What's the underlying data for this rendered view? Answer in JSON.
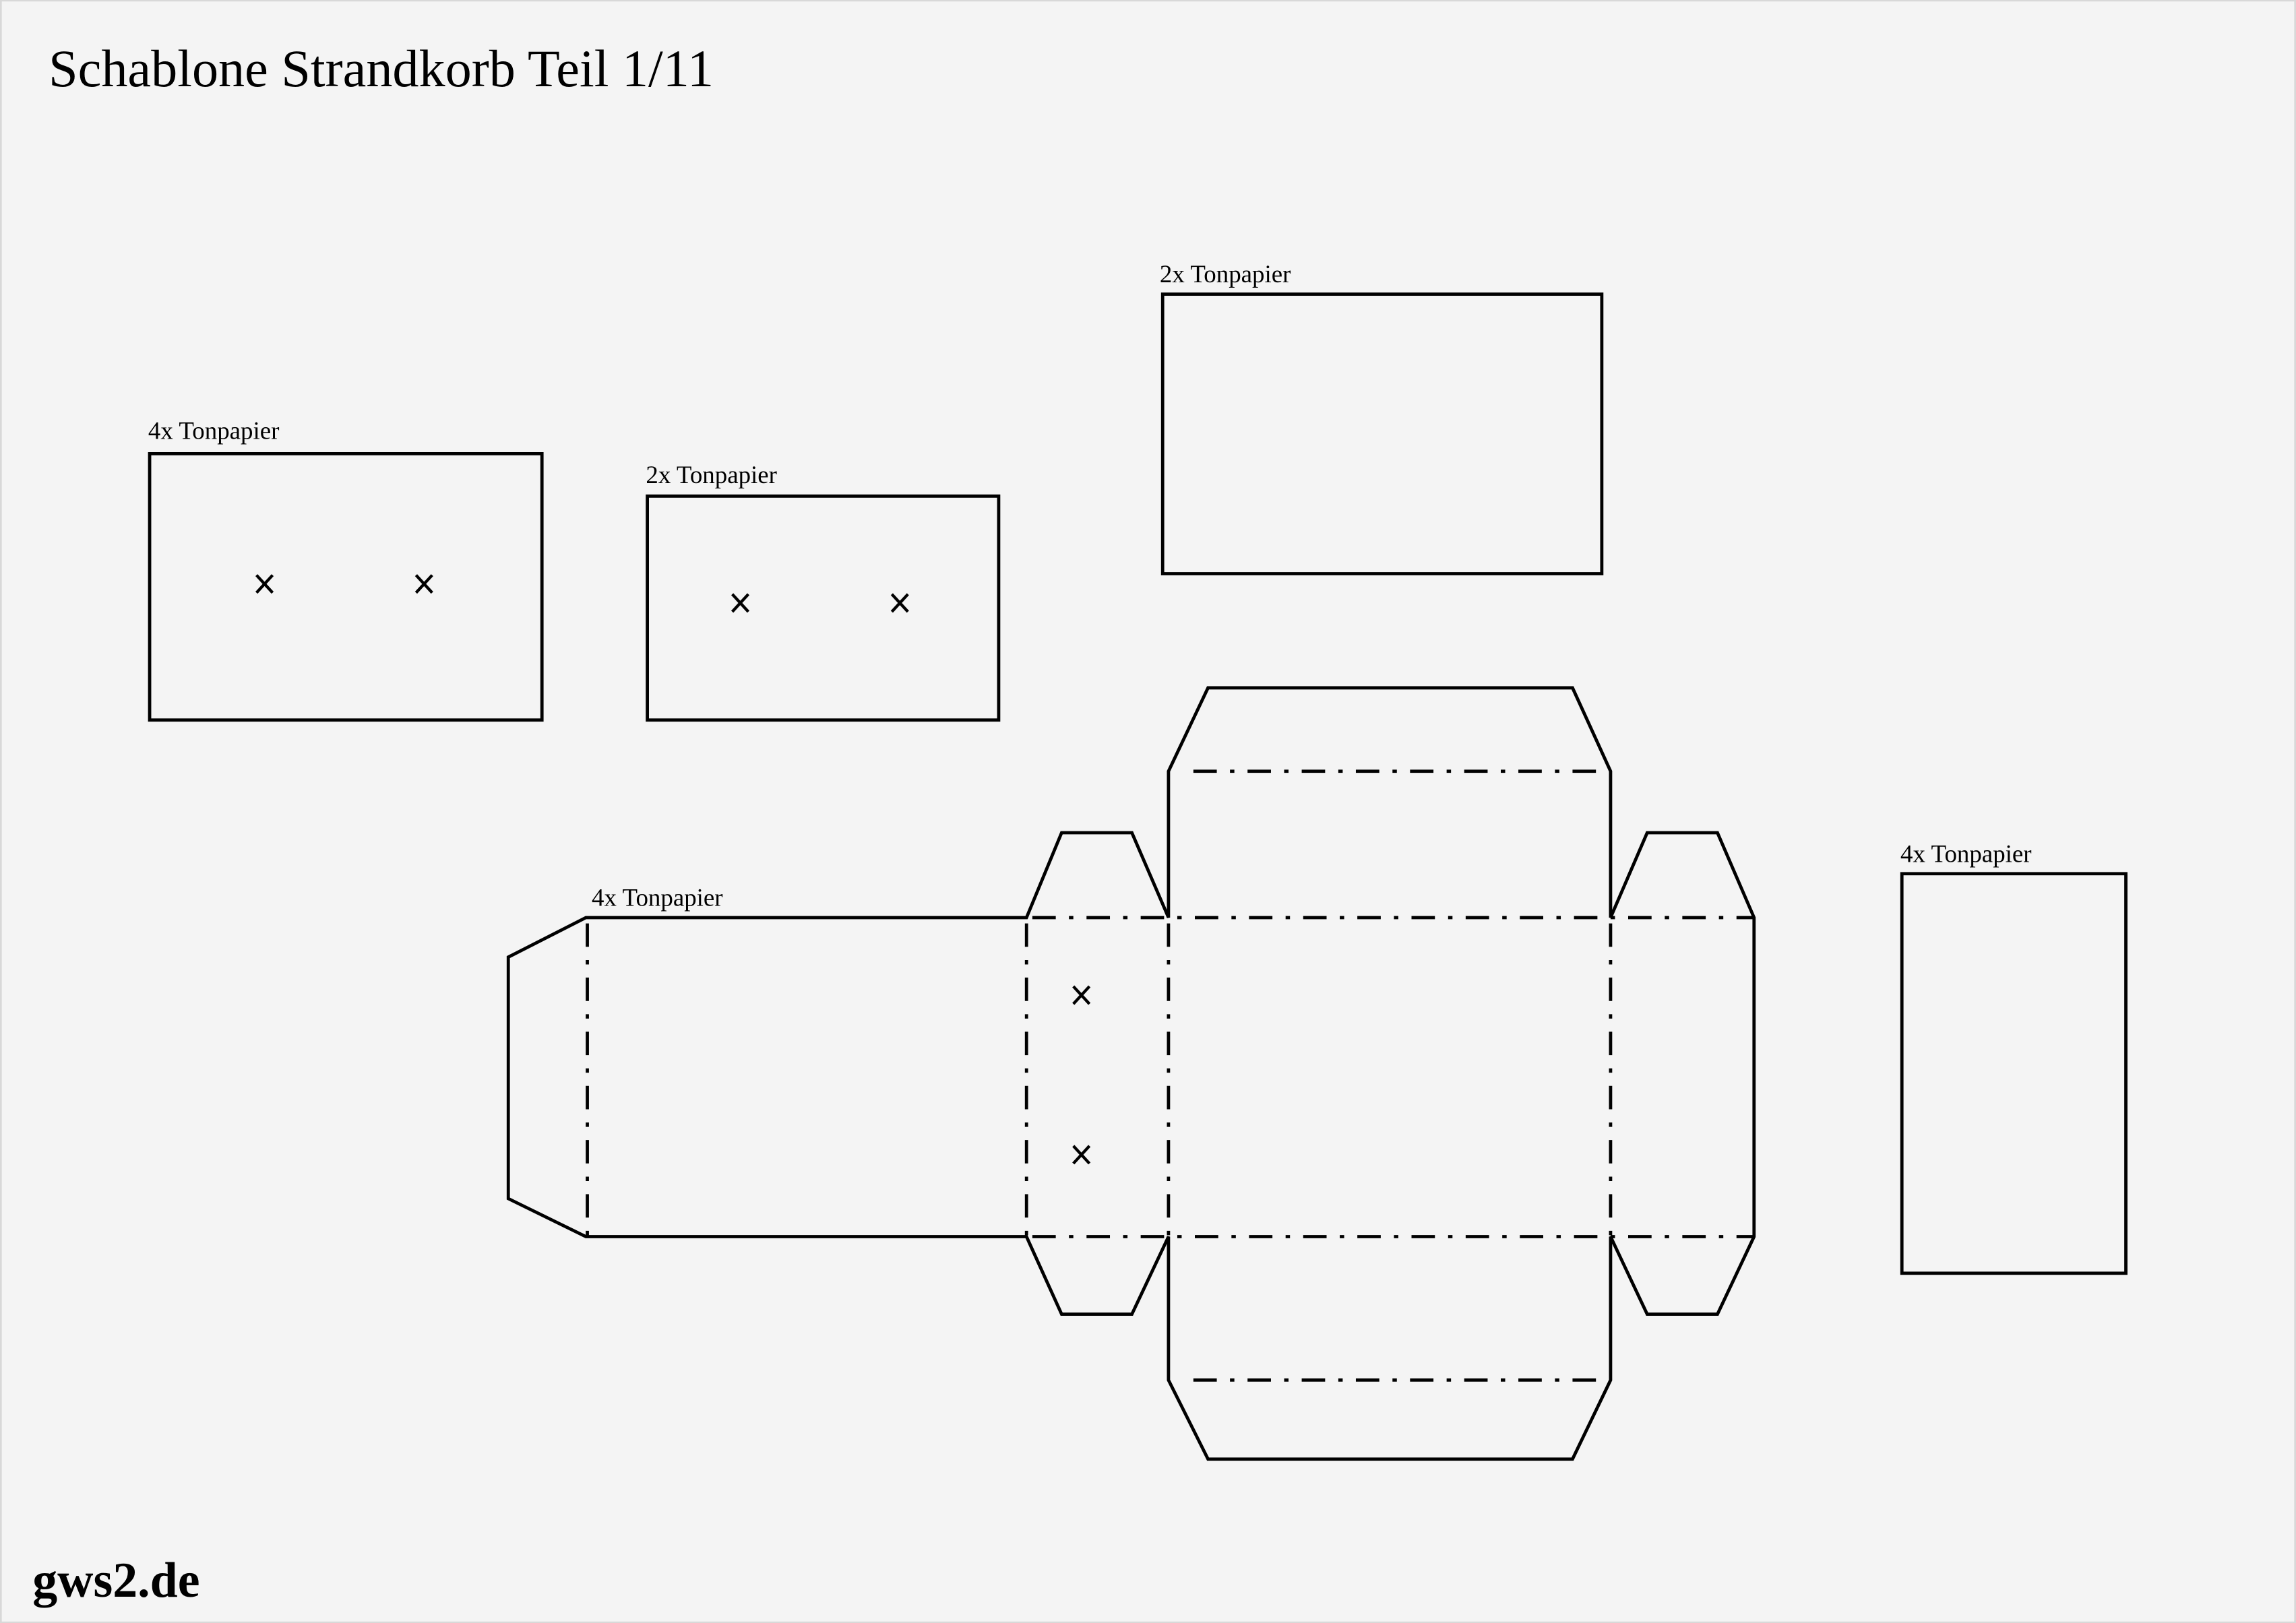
{
  "title": "Schablone Strandkorb Teil 1/11",
  "footer": "gws2.de",
  "pieces": [
    {
      "label": "4x Tonpapier",
      "marks": 2
    },
    {
      "label": "2x Tonpapier",
      "marks": 2
    },
    {
      "label": "2x Tonpapier",
      "marks": 0
    },
    {
      "label": "4x Tonpapier",
      "marks": 2
    },
    {
      "label": "4x Tonpapier",
      "marks": 0
    }
  ],
  "mark_glyph": "×"
}
